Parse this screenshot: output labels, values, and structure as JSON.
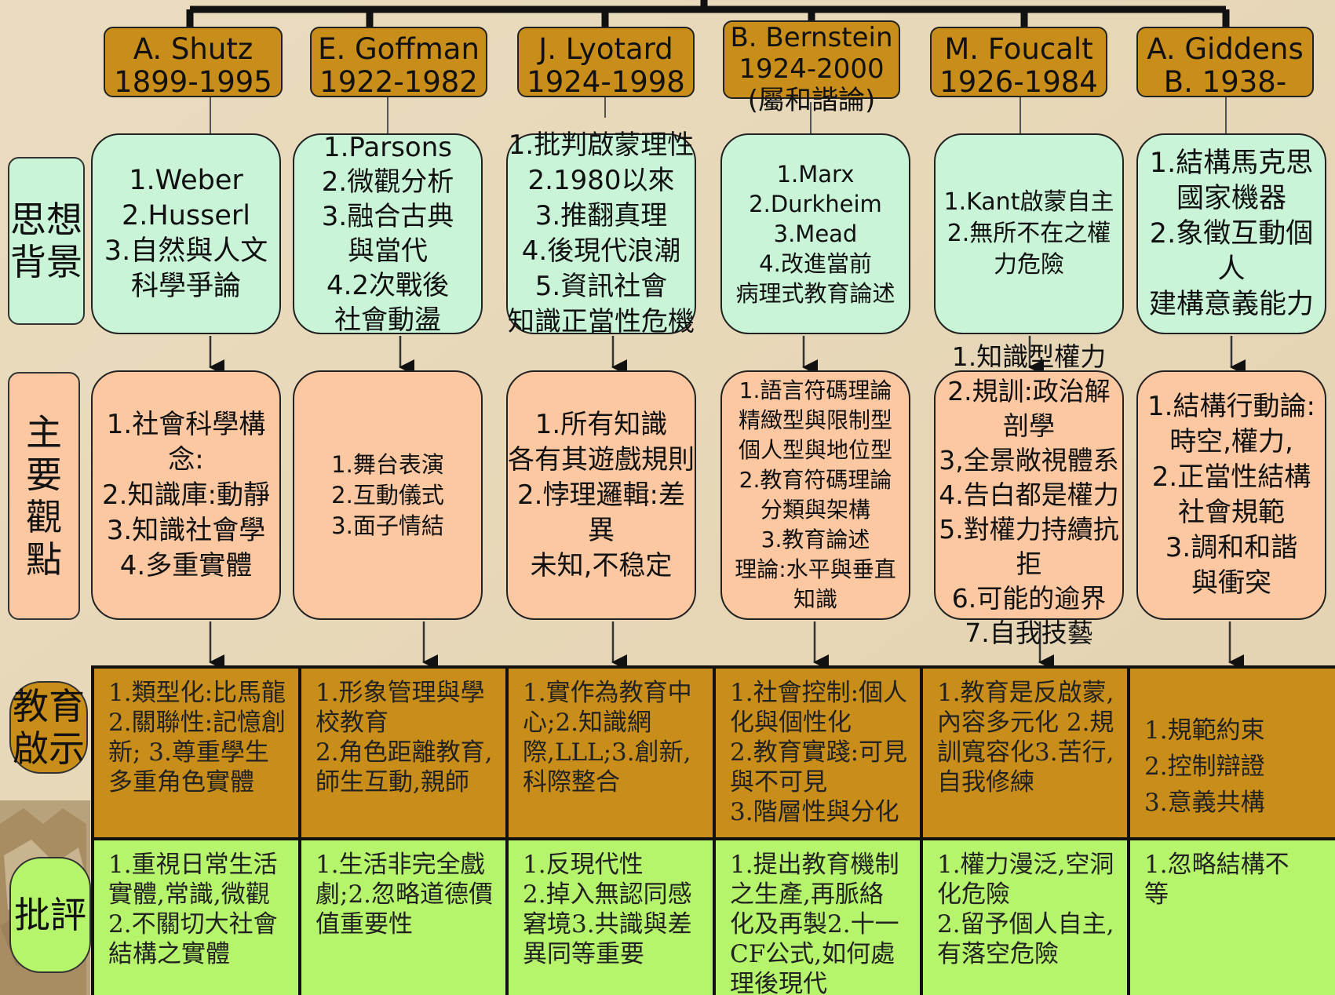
{
  "colors": {
    "theorist_box": "#c98e1a",
    "background_box": "#c9f4d7",
    "viewpoint_box": "#fcc8a2",
    "education_row": "#c98e1a",
    "critique_row": "#b5f46b"
  },
  "row_labels": {
    "background": "思想\n背景",
    "viewpoints": "主要\n觀點",
    "education": "教育\n啟示",
    "critique": "批評"
  },
  "theorists": [
    {
      "name": "A.  Shutz\n1899-1995",
      "background": "1.Weber\n2.Husserl\n3.自然與人文\n科學爭論",
      "viewpoints": "1.社會科學構念:\n2.知識庫:動靜\n3.知識社會學\n4.多重實體",
      "education": "1.類型化:比馬龍\n2.關聯性:記憶創\n新; 3.尊重學生\n多重角色實體",
      "critique": "1.重視日常生活\n實體,常識,微觀\n2.不關切大社會\n結構之實體"
    },
    {
      "name": "E. Goffman\n1922-1982",
      "background": "1.Parsons\n2.微觀分析\n3.融合古典\n與當代\n4.2次戰後\n社會動盪",
      "viewpoints": "1.舞台表演\n2.互動儀式\n3.面子情結",
      "education": "1.形象管理與學\n校教育\n2.角色距離教育,\n師生互動,親師",
      "critique": "1.生活非完全戲\n劇;2.忽略道德價\n值重要性"
    },
    {
      "name": "J. Lyotard\n1924-1998",
      "background": "1.批判啟蒙理性\n2.1980以來\n3.推翻真理\n4.後現代浪潮\n5.資訊社會\n知識正當性危機",
      "viewpoints": "1.所有知識\n各有其遊戲規則\n2.悖理邏輯:差異\n未知,不稳定",
      "education": "1.實作為教育中\n心;2.知識網\n際,LLL;3.創新,\n科際整合",
      "critique": "1.反現代性\n2.掉入無認同感\n窘境3.共識與差\n異同等重要"
    },
    {
      "name": "B. Bernstein\n1924-2000\n(屬和諧論)",
      "background": "1.Marx\n2.Durkheim\n3.Mead\n4.改進當前\n病理式教育論述",
      "viewpoints": "1.語言符碼理論\n精緻型與限制型\n個人型與地位型\n2.教育符碼理論\n分類與架構\n3.教育論述\n理論:水平與垂直\n知識",
      "education": "1.社會控制:個人\n化與個性化\n2.教育實踐:可見\n與不可見\n3.階層性與分化",
      "critique": "1.提出教育機制\n之生產,再脈絡\n化及再製2.十一\nCF公式,如何處\n理後現代"
    },
    {
      "name": "M. Foucalt\n1926-1984",
      "background": "1.Kant啟蒙自主\n2.無所不在之權\n力危險",
      "viewpoints": "1.知識型權力\n2.規訓:政治解剖學\n3,全景敞視體系\n4.告白都是權力\n5.對權力持續抗拒\n6.可能的逾界\n7.自我技藝",
      "education": "1.教育是反啟蒙,\n內容多元化 2.規\n訓寬容化3.苦行,\n自我修練",
      "critique": "1.權力漫泛,空洞\n化危險\n2.留予個人自主,\n有落空危險"
    },
    {
      "name": "A.  Giddens\nB.  1938-",
      "background": "1.結構馬克思\n國家機器\n2.象徵互動個人\n建構意義能力",
      "viewpoints": "1.結構行動論:\n時空,權力,\n2.正當性結構\n社會規範\n3.調和和諧\n與衝突",
      "education": "1.規範約束\n2.控制辯證\n3.意義共構",
      "critique": "1.忽略結構不\n等"
    }
  ]
}
